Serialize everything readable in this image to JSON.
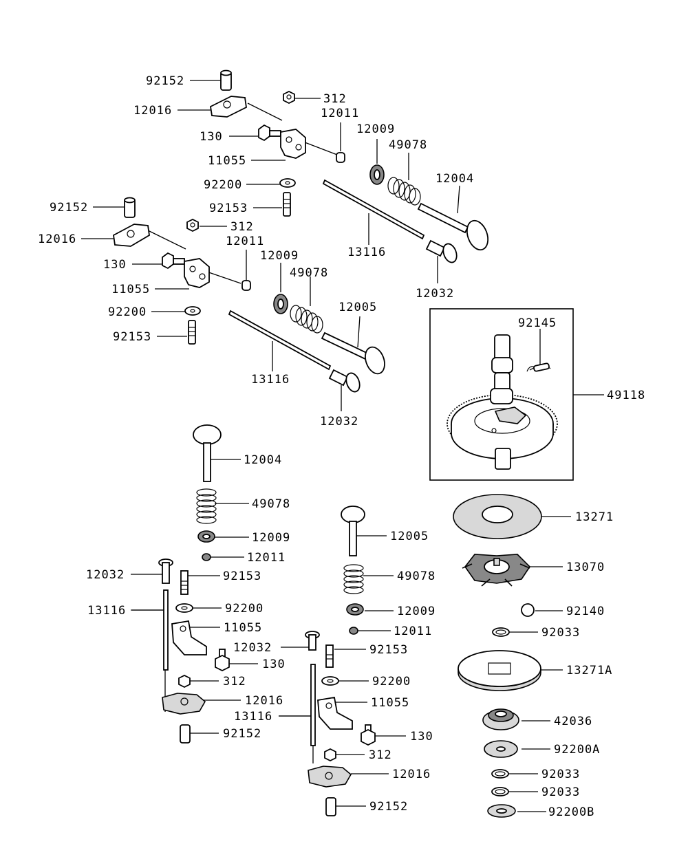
{
  "parts": [
    {
      "id": "lbl-92152-a",
      "text": "92152"
    },
    {
      "id": "lbl-12016-a",
      "text": "12016"
    },
    {
      "id": "lbl-312-a",
      "text": "312"
    },
    {
      "id": "lbl-12011-a",
      "text": "12011"
    },
    {
      "id": "lbl-130-a",
      "text": "130"
    },
    {
      "id": "lbl-12009-a",
      "text": "12009"
    },
    {
      "id": "lbl-49078-a",
      "text": "49078"
    },
    {
      "id": "lbl-11055-a",
      "text": "11055"
    },
    {
      "id": "lbl-12004-a",
      "text": "12004"
    },
    {
      "id": "lbl-92200-a",
      "text": "92200"
    },
    {
      "id": "lbl-92153-a",
      "text": "92153"
    },
    {
      "id": "lbl-92152-b",
      "text": "92152"
    },
    {
      "id": "lbl-312-b",
      "text": "312"
    },
    {
      "id": "lbl-12016-b",
      "text": "12016"
    },
    {
      "id": "lbl-13116-a",
      "text": "13116"
    },
    {
      "id": "lbl-12011-b",
      "text": "12011"
    },
    {
      "id": "lbl-130-b",
      "text": "130"
    },
    {
      "id": "lbl-12009-b",
      "text": "12009"
    },
    {
      "id": "lbl-12032-a",
      "text": "12032"
    },
    {
      "id": "lbl-49078-b",
      "text": "49078"
    },
    {
      "id": "lbl-11055-b",
      "text": "11055"
    },
    {
      "id": "lbl-12005-a",
      "text": "12005"
    },
    {
      "id": "lbl-92200-b",
      "text": "92200"
    },
    {
      "id": "lbl-92145",
      "text": "92145"
    },
    {
      "id": "lbl-92153-b",
      "text": "92153"
    },
    {
      "id": "lbl-13116-b",
      "text": "13116"
    },
    {
      "id": "lbl-49118",
      "text": "49118"
    },
    {
      "id": "lbl-12032-b",
      "text": "12032"
    },
    {
      "id": "lbl-12004-b",
      "text": "12004"
    },
    {
      "id": "lbl-49078-c",
      "text": "49078"
    },
    {
      "id": "lbl-13271",
      "text": "13271"
    },
    {
      "id": "lbl-12009-c",
      "text": "12009"
    },
    {
      "id": "lbl-12005-b",
      "text": "12005"
    },
    {
      "id": "lbl-12011-c",
      "text": "12011"
    },
    {
      "id": "lbl-13070",
      "text": "13070"
    },
    {
      "id": "lbl-12032-c",
      "text": "12032"
    },
    {
      "id": "lbl-92153-c",
      "text": "92153"
    },
    {
      "id": "lbl-49078-d",
      "text": "49078"
    },
    {
      "id": "lbl-13116-c",
      "text": "13116"
    },
    {
      "id": "lbl-92200-c",
      "text": "92200"
    },
    {
      "id": "lbl-12009-d",
      "text": "12009"
    },
    {
      "id": "lbl-92140",
      "text": "92140"
    },
    {
      "id": "lbl-11055-c",
      "text": "11055"
    },
    {
      "id": "lbl-12011-d",
      "text": "12011"
    },
    {
      "id": "lbl-92033-a",
      "text": "92033"
    },
    {
      "id": "lbl-12032-d",
      "text": "12032"
    },
    {
      "id": "lbl-92153-d",
      "text": "92153"
    },
    {
      "id": "lbl-130-c",
      "text": "130"
    },
    {
      "id": "lbl-13271a",
      "text": "13271A"
    },
    {
      "id": "lbl-312-c",
      "text": "312"
    },
    {
      "id": "lbl-92200-d",
      "text": "92200"
    },
    {
      "id": "lbl-12016-c",
      "text": "12016"
    },
    {
      "id": "lbl-11055-d",
      "text": "11055"
    },
    {
      "id": "lbl-13116-d",
      "text": "13116"
    },
    {
      "id": "lbl-42036",
      "text": "42036"
    },
    {
      "id": "lbl-92152-c",
      "text": "92152"
    },
    {
      "id": "lbl-130-d",
      "text": "130"
    },
    {
      "id": "lbl-92200a",
      "text": "92200A"
    },
    {
      "id": "lbl-312-d",
      "text": "312"
    },
    {
      "id": "lbl-92033-b",
      "text": "92033"
    },
    {
      "id": "lbl-12016-d",
      "text": "12016"
    },
    {
      "id": "lbl-92033-c",
      "text": "92033"
    },
    {
      "id": "lbl-92152-d",
      "text": "92152"
    },
    {
      "id": "lbl-92200b",
      "text": "92200B"
    }
  ]
}
